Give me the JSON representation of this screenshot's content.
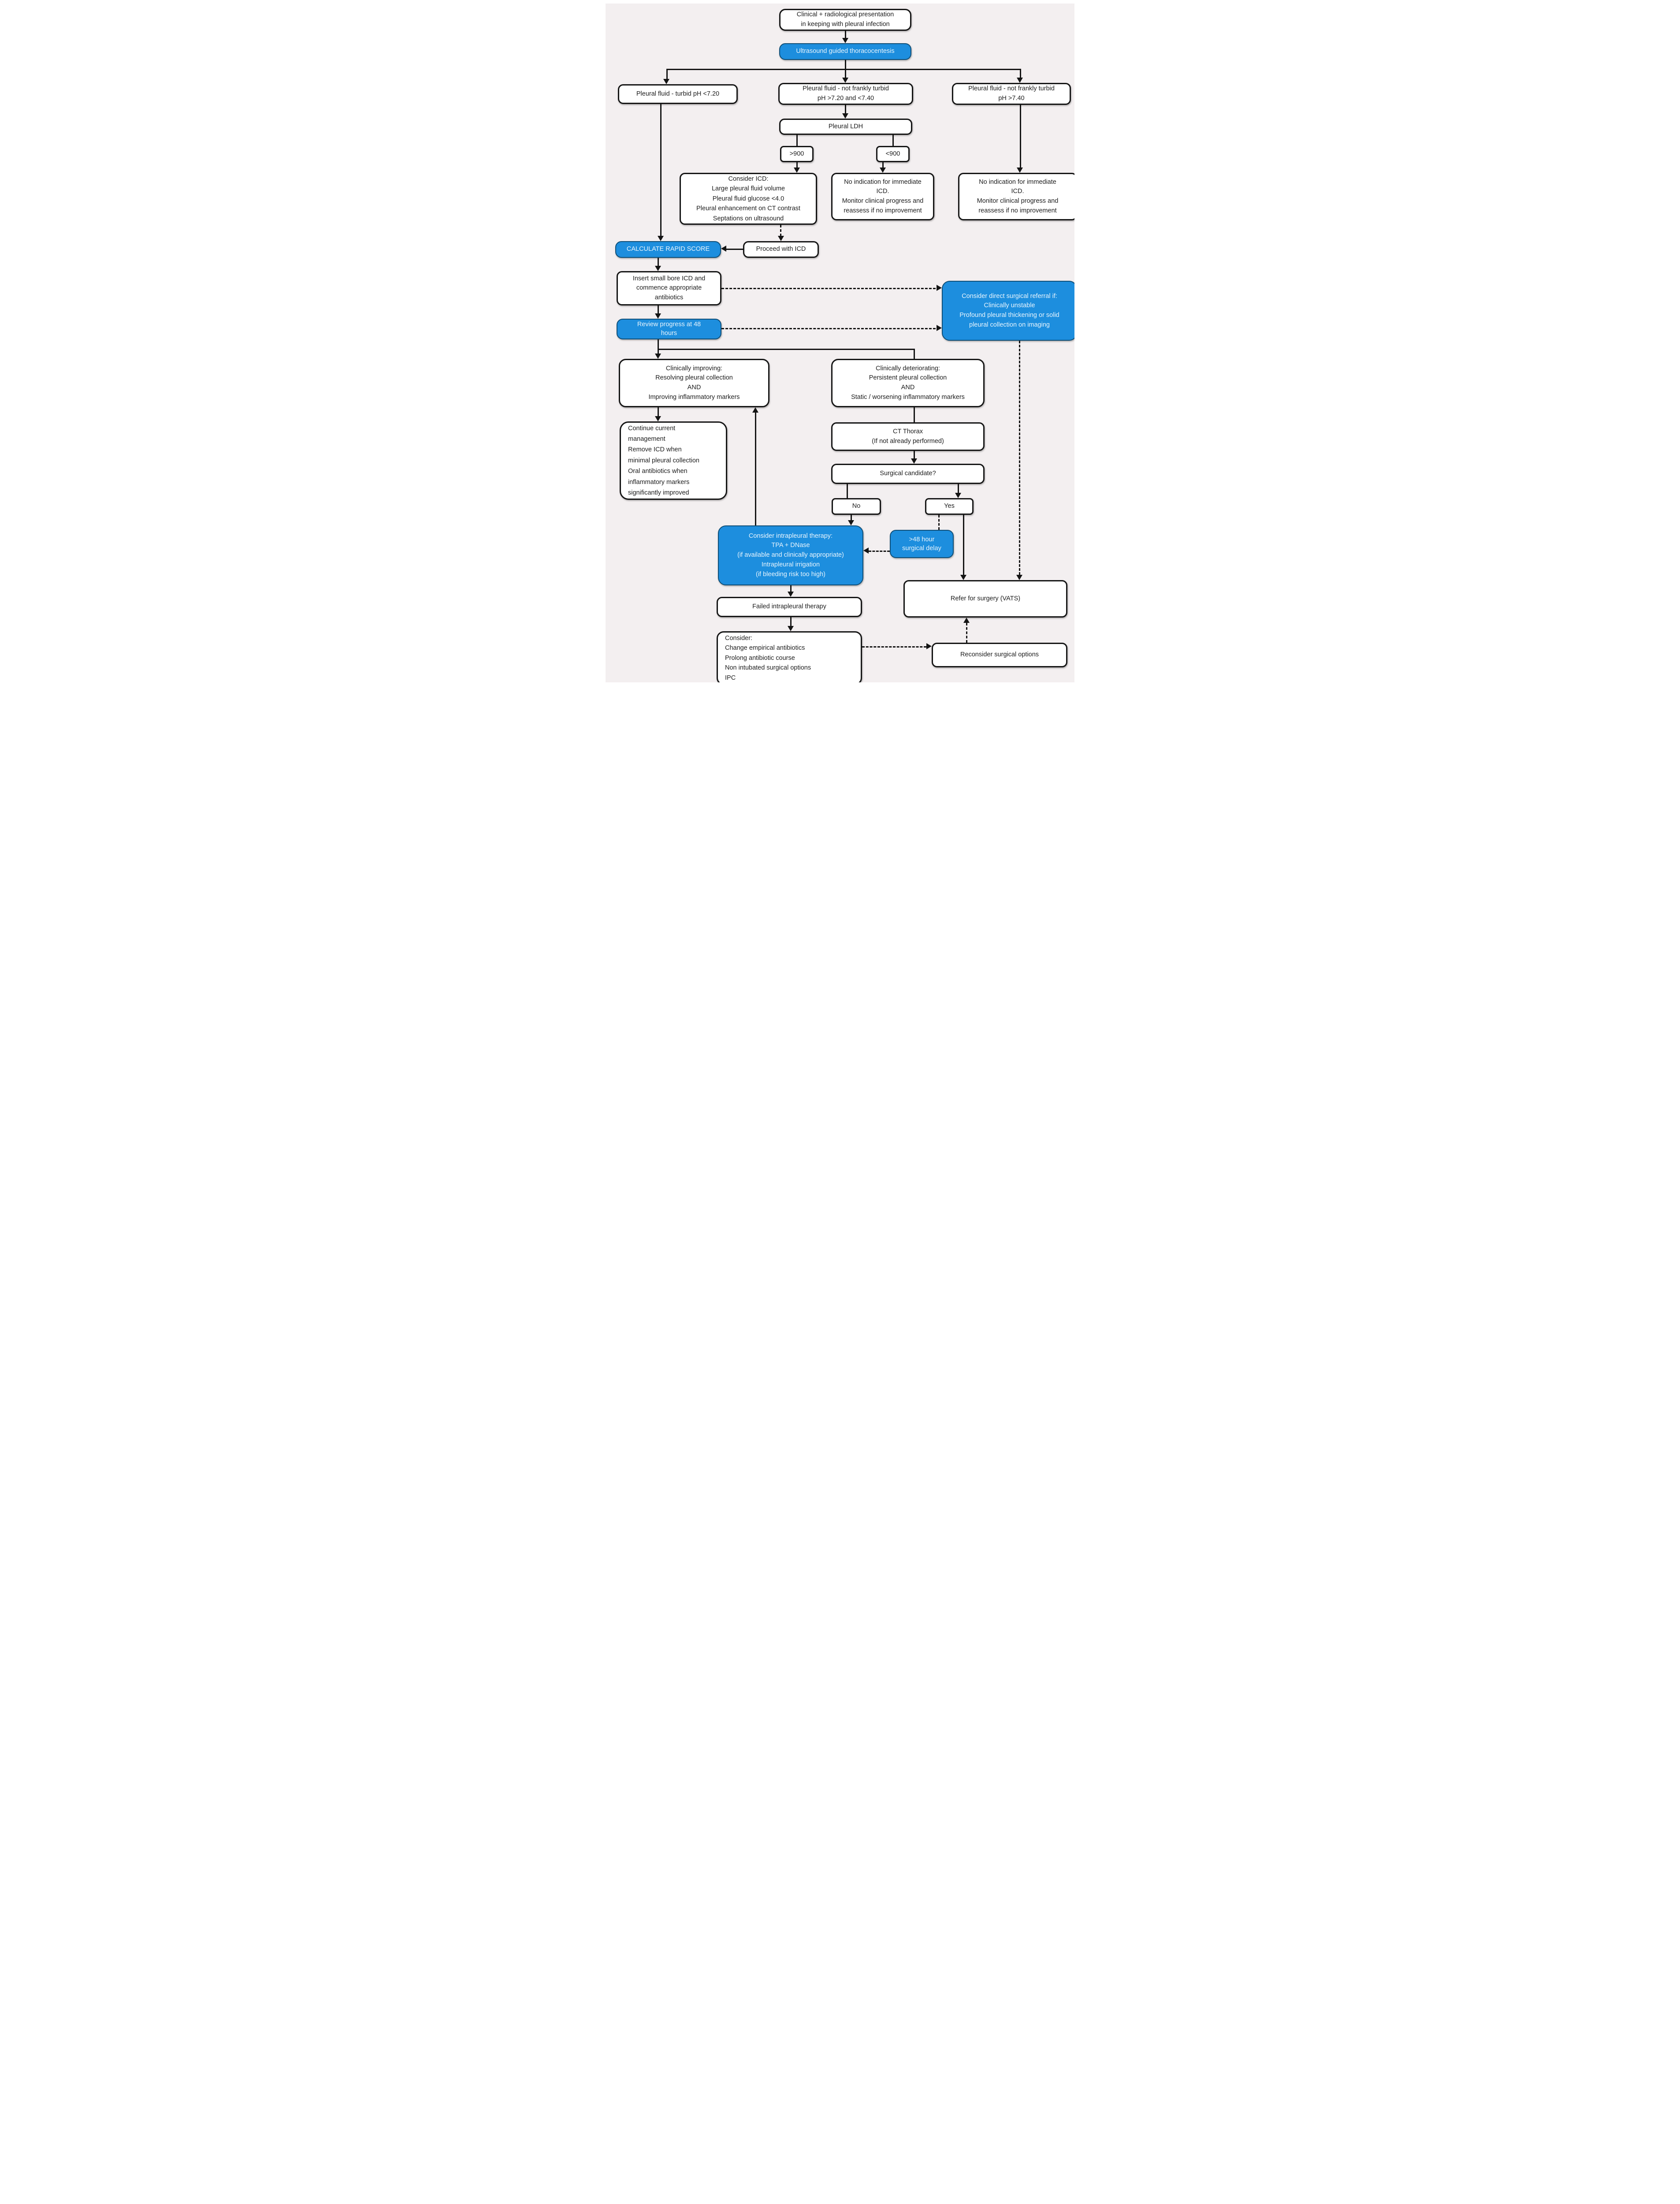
{
  "palette": {
    "background": "#f3eff0",
    "box_fill": "#ffffff",
    "box_border": "#151515",
    "blue_fill": "#1d8ede",
    "blue_border": "#0e4e77",
    "blue_text": "#e9f5fd",
    "text": "#1c1c1c",
    "connector": "#141414"
  },
  "nodes": {
    "clinical_presentation": {
      "lines": [
        "Clinical + radiological presentation",
        "in keeping with pleural infection"
      ]
    },
    "ultrasound": {
      "lines": [
        "Ultrasound guided thoracocentesis"
      ]
    },
    "turbid": {
      "lines": [
        "Pleural fluid - turbid pH <7.20"
      ]
    },
    "not_turbid_mid": {
      "lines": [
        "Pleural fluid - not frankly turbid",
        "pH >7.20 and <7.40"
      ]
    },
    "not_turbid_right": {
      "lines": [
        "Pleural fluid - not frankly turbid",
        "pH >7.40"
      ]
    },
    "pleural_ldh": {
      "lines": [
        "Pleural LDH"
      ]
    },
    "gt900": {
      "lines": [
        ">900"
      ]
    },
    "lt900": {
      "lines": [
        "<900"
      ]
    },
    "consider_icd": {
      "lines": [
        "Consider ICD:",
        "Large pleural fluid volume",
        "Pleural fluid glucose <4.0",
        "Pleural enhancement on CT contrast",
        "Septations on ultrasound"
      ]
    },
    "no_indication_mid": {
      "lines": [
        "No indication for  immediate",
        "ICD.",
        "Monitor clinical progress and",
        "reassess if no improvement"
      ]
    },
    "no_indication_right": {
      "lines": [
        "No indication for immediate",
        "ICD.",
        "Monitor clinical progress and",
        "reassess if no improvement"
      ]
    },
    "calculate_rapid": {
      "lines": [
        "CALCULATE RAPID SCORE"
      ]
    },
    "proceed_icd": {
      "lines": [
        "Proceed with ICD"
      ]
    },
    "insert_icd": {
      "lines": [
        "Insert small bore ICD and",
        "commence appropriate",
        "antibiotics"
      ]
    },
    "surgical_referral": {
      "lines": [
        "Consider direct surgical referral if:",
        "Clinically unstable",
        "Profound pleural thickening or solid",
        "pleural collection on imaging"
      ]
    },
    "review_progress": {
      "lines": [
        "Review progress at 48",
        "hours"
      ]
    },
    "improving": {
      "lines": [
        "Clinically improving:",
        "Resolving pleural collection",
        "AND",
        "Improving inflammatory markers"
      ]
    },
    "deteriorating": {
      "lines": [
        "Clinically  deteriorating:",
        "Persistent pleural collection",
        "AND",
        "Static / worsening inflammatory markers"
      ]
    },
    "continue_mgmt": {
      "lines": [
        "Continue current",
        "management",
        "Remove ICD when",
        "minimal pleural collection",
        "Oral antibiotics when",
        "inflammatory markers",
        "significantly improved"
      ]
    },
    "ct_thorax": {
      "lines": [
        "CT Thorax",
        "(If not already  performed)"
      ]
    },
    "surgical_candidate": {
      "lines": [
        "Surgical candidate?"
      ]
    },
    "no_option": {
      "lines": [
        "No"
      ]
    },
    "yes_option": {
      "lines": [
        "Yes"
      ]
    },
    "intrapleural": {
      "lines": [
        "Consider intrapleural therapy:",
        "TPA + DNase",
        "(if available and clinically appropriate)",
        "Intrapleural irrigation",
        "(if bleeding risk too high)"
      ]
    },
    "gt48_delay": {
      "lines": [
        ">48 hour",
        "surgical delay"
      ]
    },
    "failed_therapy": {
      "lines": [
        "Failed intrapleural therapy"
      ]
    },
    "refer_surgery": {
      "lines": [
        "Refer for surgery (VATS)"
      ]
    },
    "consider_bottom": {
      "lines": [
        "          Consider:",
        "Change empirical antibiotics",
        "Prolong antibiotic course",
        "Non intubated surgical options",
        "IPC"
      ]
    },
    "reconsider": {
      "lines": [
        "Reconsider surgical options"
      ]
    }
  }
}
